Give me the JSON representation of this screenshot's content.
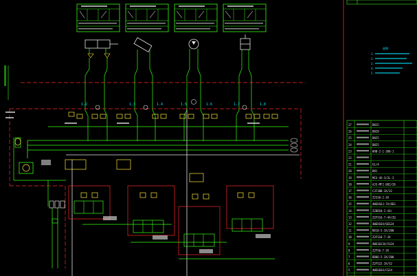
{
  "drawing": {
    "top_tables_count": 4,
    "branch_labels": [
      "1.2",
      "1.3",
      "1.4",
      "1.5",
      "1.6",
      "1.7",
      "1.8"
    ],
    "notes_title": "说明",
    "notes_lines": [
      "1.",
      "2.",
      "3.",
      "4.",
      "5."
    ],
    "bom_rows": [
      {
        "no": "27",
        "code": "DN15"
      },
      {
        "no": "26",
        "code": "DN20"
      },
      {
        "no": "25",
        "code": "DN25"
      },
      {
        "no": "24",
        "code": "DN25"
      },
      {
        "no": "23",
        "code": "KHB-2-1-300-1"
      },
      {
        "no": "22",
        "code": ""
      },
      {
        "no": "21",
        "code": "G1/4"
      },
      {
        "no": "20",
        "code": "DN1"
      },
      {
        "no": "19",
        "code": "MCG-4X-3/2L-3"
      },
      {
        "no": "18",
        "code": "AJS-MF2.6B2/20"
      },
      {
        "no": "17",
        "code": "CJF30B-3X/32"
      },
      {
        "no": "16",
        "code": "Z2S10-2-3X"
      },
      {
        "no": "15",
        "code": "4WEH16J-7X/6EG"
      },
      {
        "no": "14",
        "code": "Z2DB10-2-4X/"
      },
      {
        "no": "13",
        "code": "Z2FS16-7-4X/2Q"
      },
      {
        "no": "12",
        "code": "4WEH16X/6EG24"
      },
      {
        "no": "11",
        "code": "DB10-5-3X/200"
      },
      {
        "no": "10",
        "code": "Z2FS10-7-3X"
      },
      {
        "no": "9",
        "code": "4WE10J3X/CG24"
      },
      {
        "no": "8",
        "code": "Z2FS6-7-3X"
      },
      {
        "no": "7",
        "code": "DB06-5-3X/200"
      },
      {
        "no": "6",
        "code": "Z2FS22-3X/S2"
      },
      {
        "no": "5",
        "code": "4WE6E6X/CG24"
      }
    ]
  }
}
